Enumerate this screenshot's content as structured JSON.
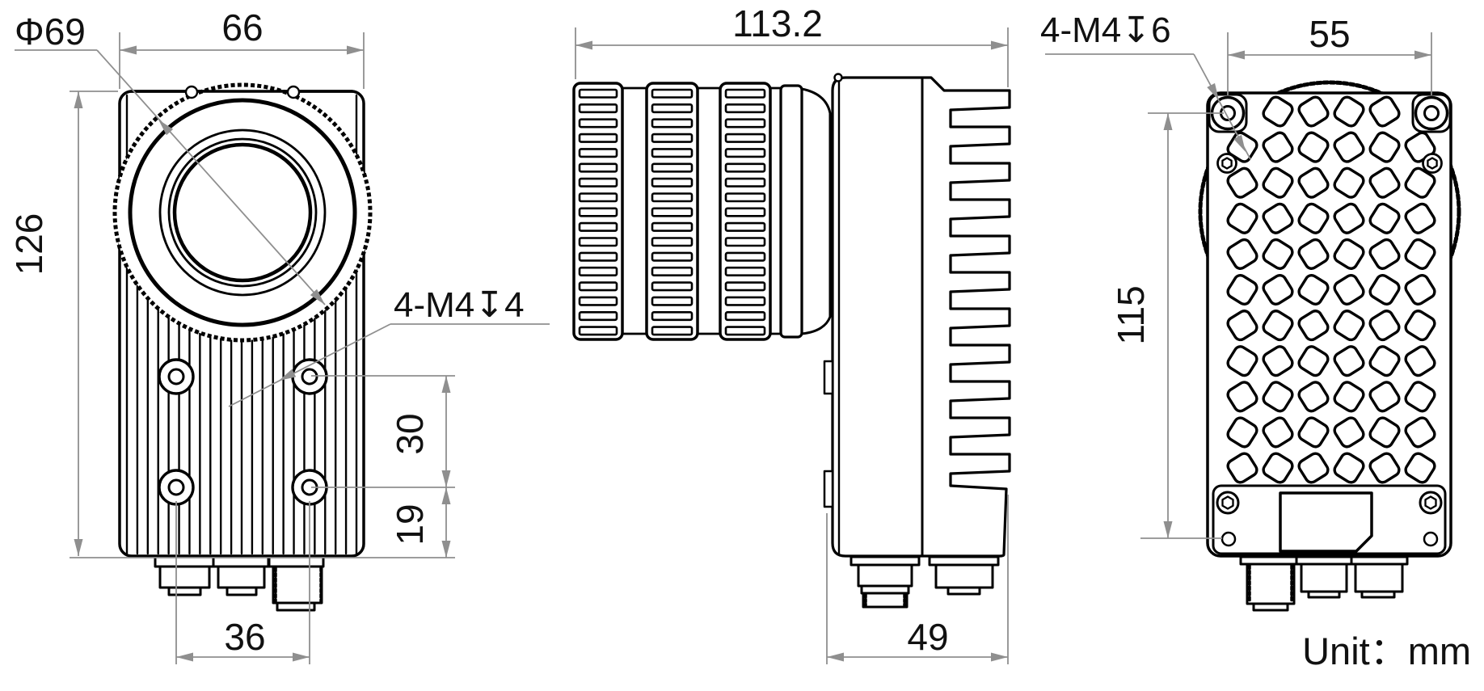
{
  "title": "camera-dimension-drawing",
  "unit_note": "Unit：mm",
  "colors": {
    "outline": "#000000",
    "dimension": "#8f8f8f"
  },
  "front_view": {
    "dims": {
      "lens_diameter": "Φ69",
      "body_width": "66",
      "body_height": "126",
      "screw_span_horizontal": "36",
      "screw_span_vertical": "30",
      "screw_bottom_offset": "19"
    },
    "thread_callout": "4-M4↧4"
  },
  "side_view": {
    "dims": {
      "total_length": "113.2",
      "body_depth": "49"
    }
  },
  "back_view": {
    "dims": {
      "screw_span": "55",
      "mount_hole_height": "115"
    },
    "thread_callout": "4-M4↧6"
  }
}
